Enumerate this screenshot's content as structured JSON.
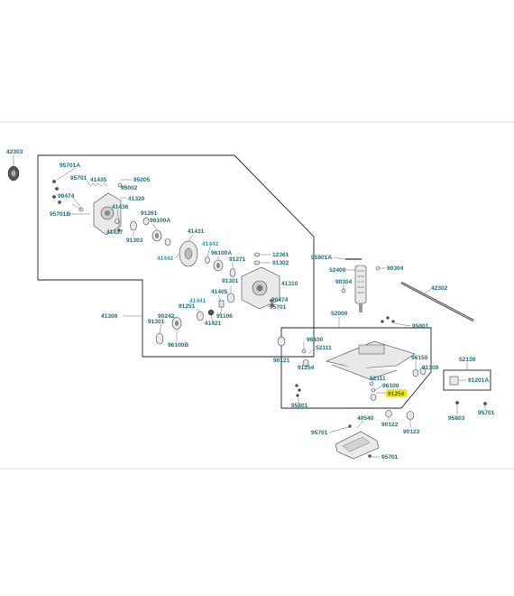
{
  "colors": {
    "label": "#1d6f78",
    "label_cyan": "#18a9b8",
    "highlight_bg": "#ffe600",
    "line": "#222222"
  },
  "labels": {
    "l42303": "42303",
    "l95701A": "95701A",
    "l41435": "41435",
    "l95005": "95005",
    "l95002": "95002",
    "l41320": "41320",
    "l90474a": "90474",
    "l95701a": "95701",
    "l95701B": "95701B",
    "l41436": "41436",
    "l91261": "91261",
    "l96100Aa": "96100A",
    "l41437": "41437",
    "l91303": "91303",
    "l41431": "41431",
    "l41442a": "41442",
    "l41442b": "41442",
    "l96100Ab": "96100A",
    "l12361": "12361",
    "l91271": "91271",
    "l91302": "91302",
    "l91301a": "91301",
    "l41310": "41310",
    "l41405": "41405",
    "l41441": "41441",
    "l90474b": "90474",
    "l95701b": "95701",
    "l41300": "41300",
    "l90242": "90242",
    "l91251": "91251",
    "l91106": "91106",
    "l91301b": "91301",
    "l41421": "41421",
    "l96100B": "96100B",
    "l95801A": "95801A",
    "l52400": "52400",
    "l90304a": "90304",
    "l90304b": "90304",
    "l42302": "42302",
    "l52000": "52000",
    "l95801a": "95801",
    "l96100a": "96100",
    "l52111a": "52111",
    "l90121": "90121",
    "l91254a": "91254",
    "l96150": "96150",
    "l91309": "91309",
    "l52111b": "52111",
    "l96100b": "96100",
    "l91254b": "91254",
    "l52130": "52130",
    "l91201A": "91201A",
    "l95801b": "95801",
    "l90122": "90122",
    "l95803": "95803",
    "l95701c": "95701",
    "l40540": "40540",
    "l95701d": "95701",
    "l90123": "90123",
    "l95701e": "95701"
  }
}
